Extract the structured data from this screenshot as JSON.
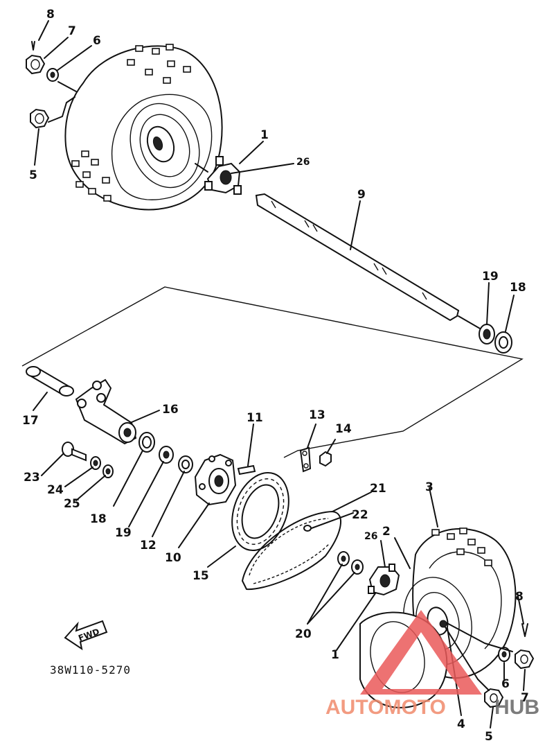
{
  "diagram": {
    "code": "38W110-5270",
    "fwd_label": "FWD",
    "watermark": {
      "text_a": "AUTOMOTO",
      "text_b": "HUB",
      "color_a": "#f08a6c",
      "color_b": "#666666",
      "triangle_color": "#ea5a5a"
    },
    "callouts": [
      {
        "id": "c8a",
        "text": "8"
      },
      {
        "id": "c7a",
        "text": "7"
      },
      {
        "id": "c6a",
        "text": "6"
      },
      {
        "id": "c5a",
        "text": "5"
      },
      {
        "id": "c1a",
        "text": "1"
      },
      {
        "id": "c26a",
        "text": "26"
      },
      {
        "id": "c9",
        "text": "9"
      },
      {
        "id": "c19a",
        "text": "19"
      },
      {
        "id": "c18a",
        "text": "18"
      },
      {
        "id": "c17",
        "text": "17"
      },
      {
        "id": "c16",
        "text": "16"
      },
      {
        "id": "c11",
        "text": "11"
      },
      {
        "id": "c13",
        "text": "13"
      },
      {
        "id": "c14",
        "text": "14"
      },
      {
        "id": "c23",
        "text": "23"
      },
      {
        "id": "c24",
        "text": "24"
      },
      {
        "id": "c25",
        "text": "25"
      },
      {
        "id": "c18b",
        "text": "18"
      },
      {
        "id": "c19b",
        "text": "19"
      },
      {
        "id": "c12",
        "text": "12"
      },
      {
        "id": "c10",
        "text": "10"
      },
      {
        "id": "c15",
        "text": "15"
      },
      {
        "id": "c21",
        "text": "21"
      },
      {
        "id": "c22",
        "text": "22"
      },
      {
        "id": "c3",
        "text": "3"
      },
      {
        "id": "c26b",
        "text": "26"
      },
      {
        "id": "c2",
        "text": "2"
      },
      {
        "id": "c20",
        "text": "20"
      },
      {
        "id": "c1b",
        "text": "1"
      },
      {
        "id": "c8b",
        "text": "8"
      },
      {
        "id": "c6b",
        "text": "6"
      },
      {
        "id": "c7b",
        "text": "7"
      },
      {
        "id": "c4",
        "text": "4"
      },
      {
        "id": "c5b",
        "text": "5"
      }
    ]
  }
}
